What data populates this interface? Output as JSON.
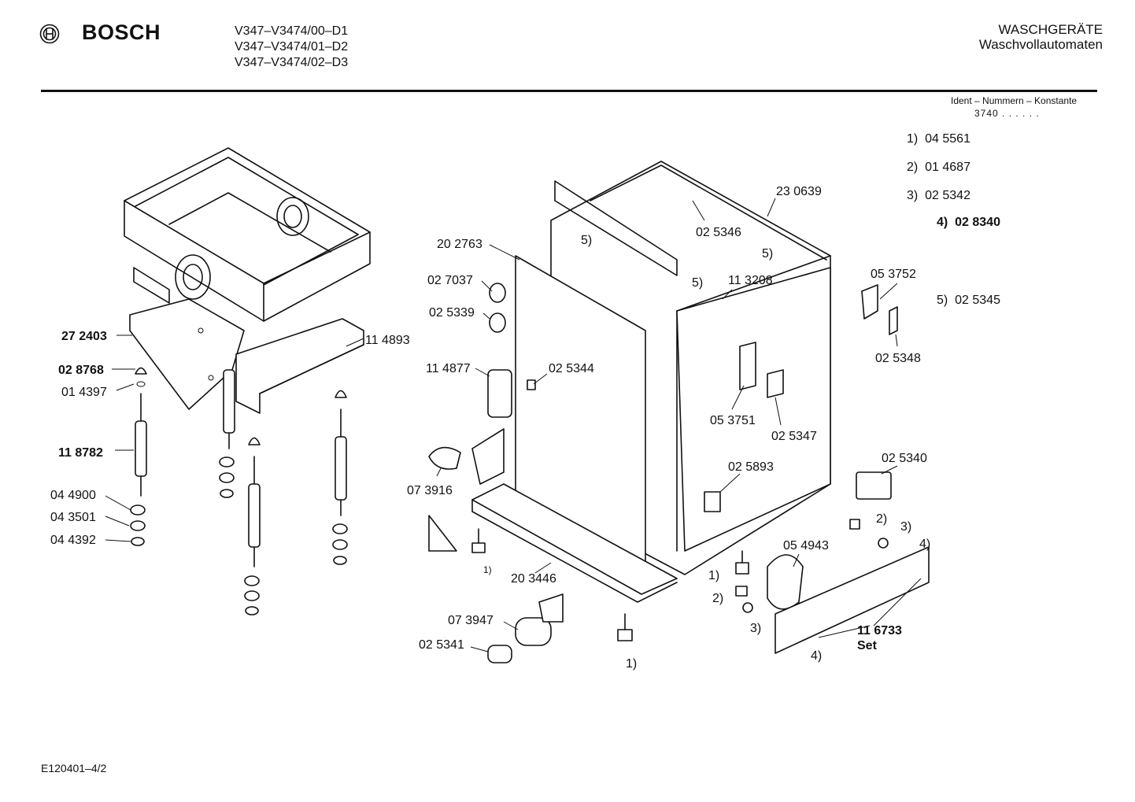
{
  "header": {
    "brand": "BOSCH",
    "models": [
      "V347–V3474/00–D1",
      "V347–V3474/01–D2",
      "V347–V3474/02–D3"
    ],
    "category": "WASCHGERÄTE",
    "subcategory": "Waschvollautomaten",
    "ident_label": "Ident – Nummern – Konstante",
    "ident_value": "3740 . . . . . ."
  },
  "legend": [
    {
      "key": "1)",
      "value": "04 5561",
      "bold": false
    },
    {
      "key": "2)",
      "value": "01 4687",
      "bold": false
    },
    {
      "key": "3)",
      "value": "02 5342",
      "bold": false
    },
    {
      "key": "4)",
      "value": "02 8340",
      "bold": true
    },
    {
      "key": "5)",
      "value": "02 5345",
      "bold": false
    }
  ],
  "parts": {
    "p272403": "27 2403",
    "p028768": "02 8768",
    "p014397": "01 4397",
    "p118782": "11 8782",
    "p044900": "04 4900",
    "p043501": "04 3501",
    "p044392": "04 4392",
    "p114893": "11 4893",
    "p202763": "20 2763",
    "p027037": "02 7037",
    "p025339": "02 5339",
    "p114877": "11 4877",
    "p025344": "02 5344",
    "p073916": "07 3916",
    "p203446": "20 3446",
    "p073947": "07 3947",
    "p025341": "02 5341",
    "p230639": "23 0639",
    "p025346": "02 5346",
    "p113208": "11 3208",
    "p053751": "05 3751",
    "p025347": "02 5347",
    "p025893": "02 5893",
    "p053752": "05 3752",
    "p025348": "02 5348",
    "p025340": "02 5340",
    "p054943": "05 4943",
    "p116733": "11 6733",
    "set": "Set"
  },
  "refs": {
    "r1": "1)",
    "r2": "2)",
    "r3": "3)",
    "r4": "4)",
    "r5": "5)"
  },
  "footer": {
    "code": "E120401–4/2"
  }
}
